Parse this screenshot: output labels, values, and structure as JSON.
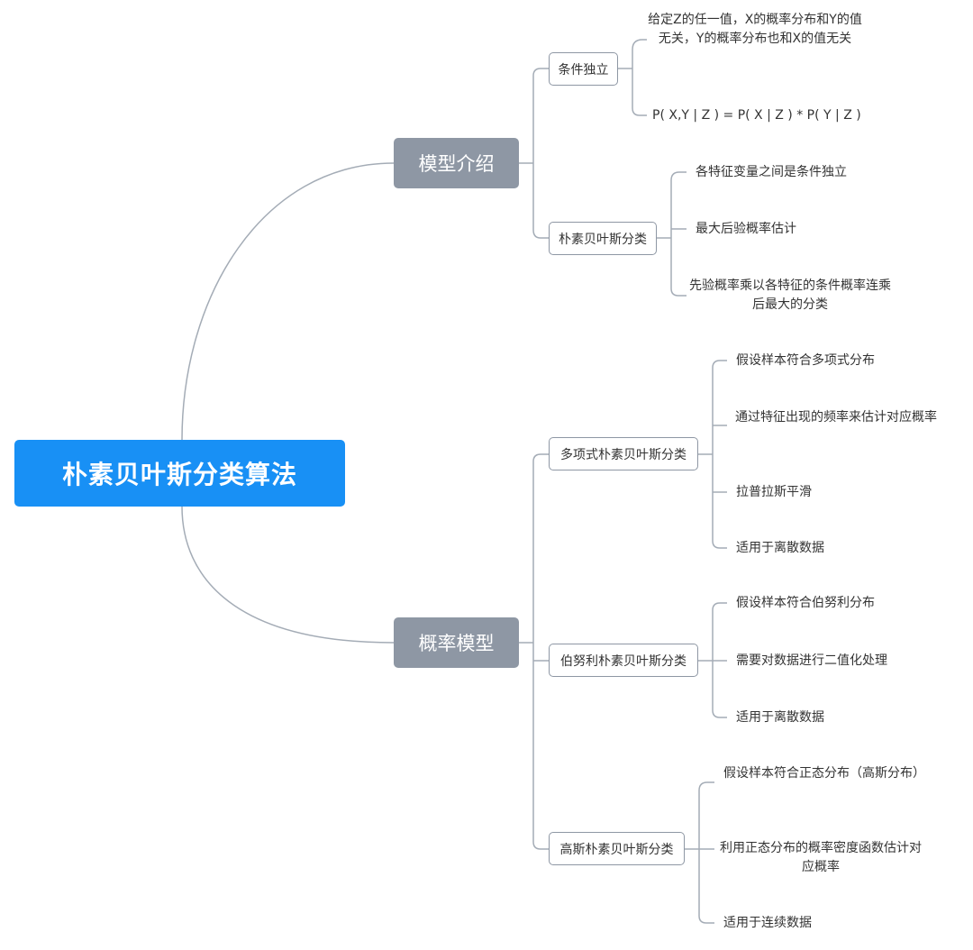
{
  "root": {
    "label": "朴素贝叶斯分类算法"
  },
  "branches": [
    {
      "label": "模型介绍",
      "children": [
        {
          "label": "条件独立",
          "leaves": [
            "给定Z的任一值，X的概率分布和Y的值无关，Y的概率分布也和X的值无关",
            "P( X,Y | Z ) = P( X | Z ) * P( Y | Z )"
          ]
        },
        {
          "label": "朴素贝叶斯分类",
          "leaves": [
            "各特征变量之间是条件独立",
            "最大后验概率估计",
            "先验概率乘以各特征的条件概率连乘后最大的分类"
          ]
        }
      ]
    },
    {
      "label": "概率模型",
      "children": [
        {
          "label": "多项式朴素贝叶斯分类",
          "leaves": [
            "假设样本符合多项式分布",
            "通过特征出现的频率来估计对应概率",
            "拉普拉斯平滑",
            "适用于离散数据"
          ]
        },
        {
          "label": "伯努利朴素贝叶斯分类",
          "leaves": [
            "假设样本符合伯努利分布",
            "需要对数据进行二值化处理",
            "适用于离散数据"
          ]
        },
        {
          "label": "高斯朴素贝叶斯分类",
          "leaves": [
            "假设样本符合正态分布（高斯分布）",
            "利用正态分布的概率密度函数估计对应概率",
            "适用于连续数据"
          ]
        }
      ]
    }
  ]
}
